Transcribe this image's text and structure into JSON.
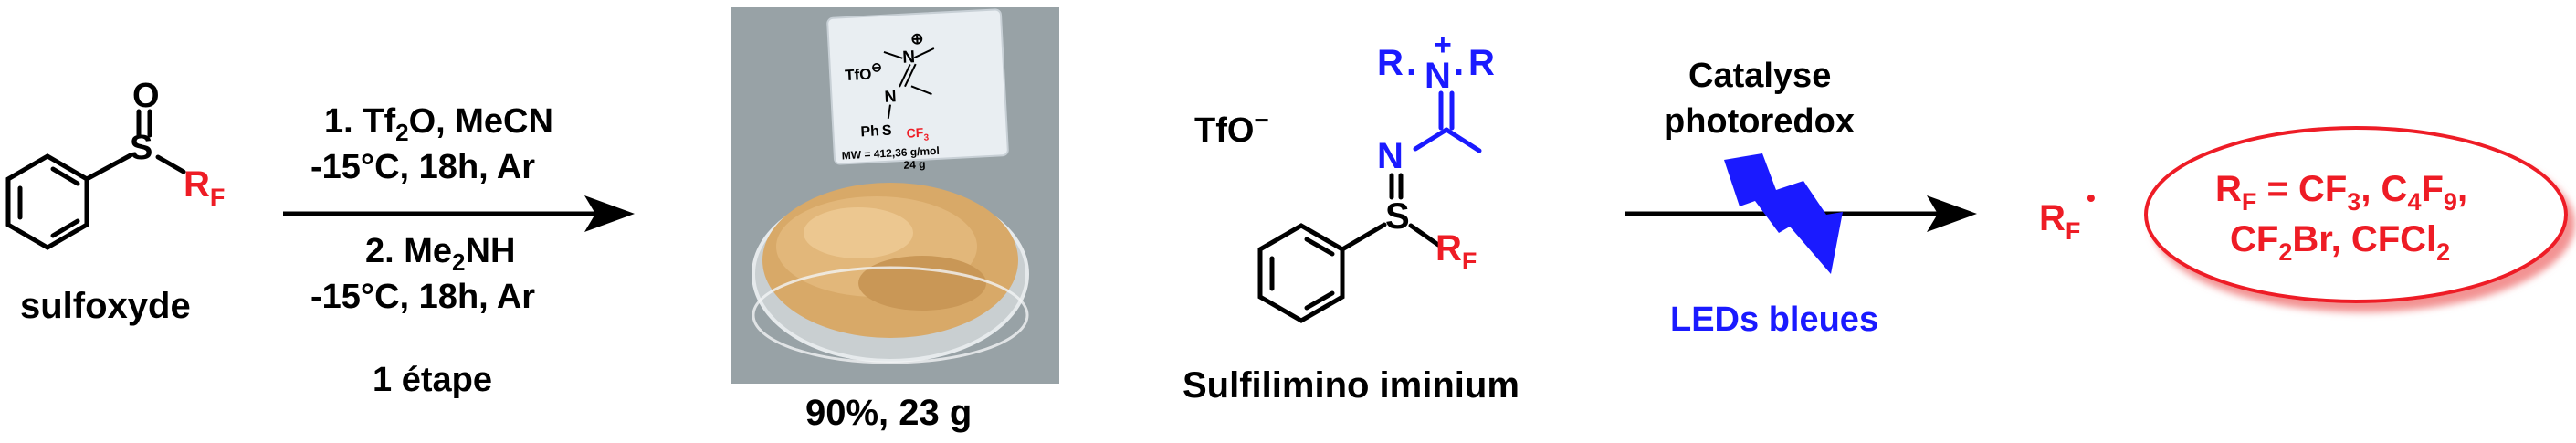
{
  "colors": {
    "black": "#000000",
    "red": "#ee1c25",
    "blue": "#1a1aff",
    "photo_bg": "#8f9a9d",
    "powder": "#d8a968"
  },
  "start": {
    "oxygen": "O",
    "sulfur": "S",
    "rf_main": "R",
    "rf_sub": "F",
    "name": "sulfoxyde"
  },
  "conditions": {
    "step1_a": "1. Tf",
    "step1_sub": "2",
    "step1_b": "O, MeCN",
    "step1_line2": "-15°C, 18h, Ar",
    "step2_a": "2. Me",
    "step2_sub": "2",
    "step2_b": "NH",
    "step2_line2": "-15°C, 18h, Ar",
    "steps": "1 étape"
  },
  "photo": {
    "label_counterion": "TfO",
    "label_charge": "⊖",
    "label_plus": "⊕",
    "label_N": "N",
    "label_S_line": "Ph",
    "label_S": "S",
    "label_cf3": "CF",
    "label_cf3_sub": "3",
    "label_mw": "MW = 412,36 g/mol",
    "label_mass": "24 g",
    "yield": "90%, 23 g"
  },
  "product": {
    "counterion": "TfO",
    "counterion_charge": "−",
    "r_left": "R",
    "r_right": "R",
    "n_plus": "N",
    "plus": "+",
    "dot": ".",
    "n_imine": "N",
    "sulfur": "S",
    "rf_main": "R",
    "rf_sub": "F",
    "name": "Sulfilimino iminium"
  },
  "catalysis": {
    "line1": "Catalyse",
    "line2": "photoredox",
    "light": "LEDs bleues"
  },
  "radical": {
    "main": "R",
    "sub": "F",
    "dot": "•"
  },
  "scope": {
    "line1_a": "R",
    "line1_a_sub": "F",
    "line1_b": " = CF",
    "line1_b_sub": "3",
    "line1_c": ", C",
    "line1_c_sub": "4",
    "line1_d": "F",
    "line1_d_sub": "9",
    "line1_e": ",",
    "line2_a": "CF",
    "line2_a_sub": "2",
    "line2_b": "Br, CFCl",
    "line2_b_sub": "2"
  }
}
